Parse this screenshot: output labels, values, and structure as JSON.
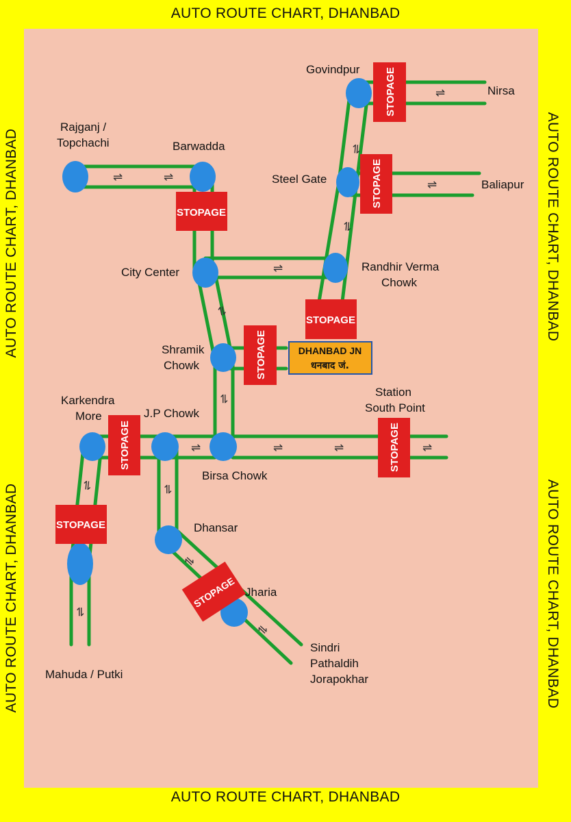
{
  "title": "AUTO ROUTE CHART, DHANBAD",
  "banners": {
    "top": "AUTO ROUTE CHART, DHANBAD",
    "bottom": "AUTO ROUTE CHART, DHANBAD",
    "left_top": "AUTO ROUTE CHART, DHANBAD",
    "left_bottom": "AUTO ROUTE CHART, DHANBAD",
    "right_top": "AUTO ROUTE CHART, DHANBAD",
    "right_bottom": "AUTO ROUTE CHART, DHANBAD"
  },
  "colors": {
    "border": "#ffff00",
    "map_background": "#f5c4b0",
    "route_line": "#1a9e2e",
    "stop_circle": "#2b8be0",
    "stopage_box": "#e02020",
    "station_box": "#f6a81c"
  },
  "stopage_label": "STOPAGE",
  "station": {
    "line1": "DHANBAD JN",
    "line2": "धनबाद जं."
  },
  "places": {
    "govindpur": "Govindpur",
    "nirsa": "Nirsa",
    "rajganj_1": "Rajganj /",
    "rajganj_2": "Topchachi",
    "barwadda": "Barwadda",
    "steel_gate": "Steel Gate",
    "baliapur": "Baliapur",
    "city_center": "City Center",
    "randhir_1": "Randhir Verma",
    "randhir_2": "Chowk",
    "shramik_1": "Shramik",
    "shramik_2": "Chowk",
    "karkendra_1": "Karkendra",
    "karkendra_2": "More",
    "jp_chowk": "J.P Chowk",
    "station_sp_1": "Station",
    "station_sp_2": "South Point",
    "birsa_chowk": "Birsa Chowk",
    "dhansar": "Dhansar",
    "jharia": "Jharia",
    "sindri_1": "Sindri",
    "sindri_2": "Pathaldih",
    "sindri_3": "Jorapokhar",
    "mahuda": "Mahuda / Putki"
  },
  "direction_symbol": "⇌"
}
